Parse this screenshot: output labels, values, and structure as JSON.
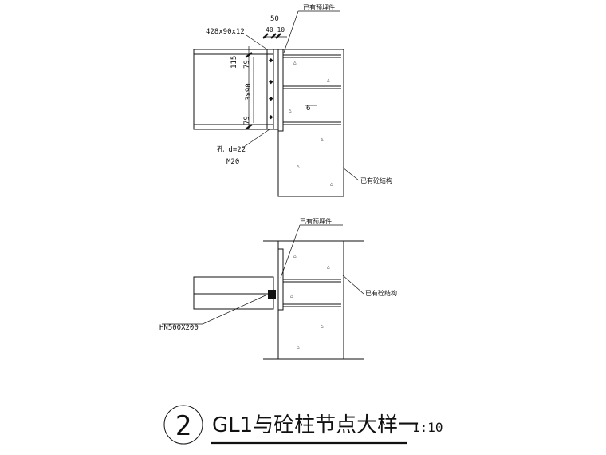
{
  "detail_number": "2",
  "title": {
    "main": "GL1与砼柱节点大样一",
    "scale": "1:10"
  },
  "top_detail": {
    "label_embedded": "已有预埋件",
    "label_concrete": "已有砼结构",
    "plate": "428x90x12",
    "dim_50": "50",
    "dim_40_10": "40 10",
    "dim_115": "115",
    "dim_79_top": "79",
    "dim_3x90": "3x90",
    "dim_79_bottom": "79",
    "hole": "孔 d=22",
    "bolt": "M20",
    "weld": "6"
  },
  "bottom_detail": {
    "label_embedded": "已有预埋件",
    "label_concrete": "已有砼结构",
    "beam": "HN500X200"
  }
}
